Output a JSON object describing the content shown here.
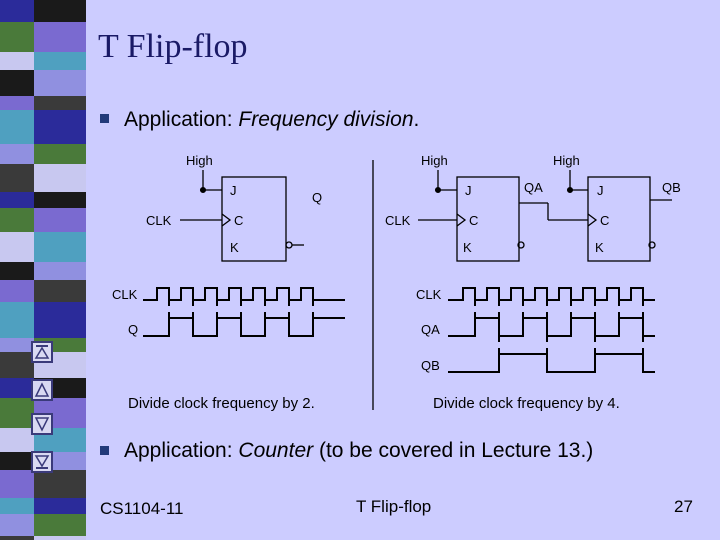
{
  "slide": {
    "title": "T Flip-flop",
    "bullet1": {
      "prefix": "Application: ",
      "emphasis": "Frequency division",
      "suffix": "."
    },
    "bullet2": {
      "prefix": "Application: ",
      "emphasis": "Counter",
      "suffix": " (to be covered in Lecture 13.)"
    },
    "footer": {
      "course": "CS1104-11",
      "topic": "T Flip-flop",
      "page": "27"
    }
  },
  "left_circuit": {
    "high": "High",
    "j": "J",
    "c": "C",
    "k": "K",
    "q": "Q",
    "clk": "CLK",
    "wave_clk": "CLK",
    "wave_q": "Q",
    "caption": "Divide clock frequency by 2."
  },
  "right_circuit": {
    "high_a": "High",
    "high_b": "High",
    "j_a": "J",
    "c_a": "C",
    "k_a": "K",
    "qa": "QA",
    "j_b": "J",
    "c_b": "C",
    "k_b": "K",
    "qb": "QB",
    "clk": "CLK",
    "wave_clk": "CLK",
    "wave_qa": "QA",
    "wave_qb": "QB",
    "caption": "Divide clock frequency by 4."
  },
  "colors": {
    "background": "#ccccff",
    "title": "#1a1a66",
    "stripe": [
      "#2b2b9a",
      "#4a7a3a",
      "#c8c8f0",
      "#1a1a1a",
      "#7a6ad0",
      "#4fa0c0",
      "#9090e0",
      "#3a3a3a"
    ]
  },
  "nav_icons": [
    "first-slide-icon",
    "previous-slide-icon",
    "next-slide-icon",
    "last-slide-icon"
  ]
}
